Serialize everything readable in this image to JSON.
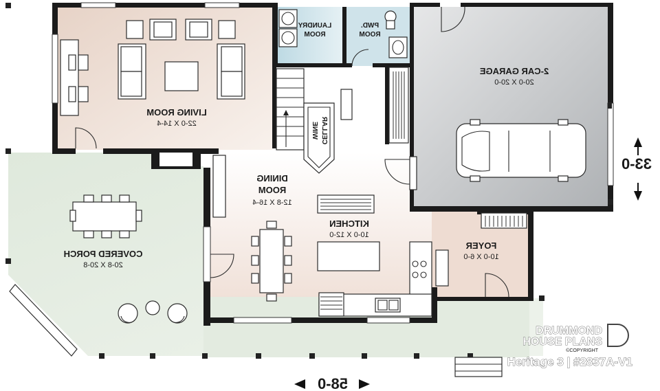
{
  "rooms": {
    "living": {
      "name": "LIVING ROOM",
      "size": "22-0 X 14-4"
    },
    "laundry": {
      "line1": "LAUNDRY",
      "line2": "ROOM"
    },
    "powder": {
      "line1": "PWD.",
      "line2": "ROOM"
    },
    "garage": {
      "name": "2-CAR GARAGE",
      "size": "20-0 X 20-0"
    },
    "cellar": {
      "line1": "CELLAR",
      "line2": "WINE"
    },
    "dining": {
      "line1": "DINING",
      "line2": "ROOM",
      "size": "12-8 X 16-4"
    },
    "kitchen": {
      "name": "KITCHEN",
      "size": "10-0 X 12-0"
    },
    "foyer": {
      "name": "FOYER",
      "size": "10-0 X 6-0"
    },
    "porch": {
      "name": "COVERED PORCH",
      "size": "20-8 X 20-8"
    }
  },
  "dimensions": {
    "depth": "33-0",
    "width": "58-0"
  },
  "watermark": {
    "line1": "DRUMMOND",
    "line2": "HOUSE PLANS",
    "copyright": "©COPYRIGHT",
    "plan_title": "Heritage 3 | #2837A-V1"
  },
  "colors": {
    "living_floor": "#eedfd6",
    "porch_floor": "#e3ebe0",
    "garage_floor": "#c9cbcd",
    "laundry_floor": "#cfe3ea",
    "walls": "#1b1b1b"
  }
}
